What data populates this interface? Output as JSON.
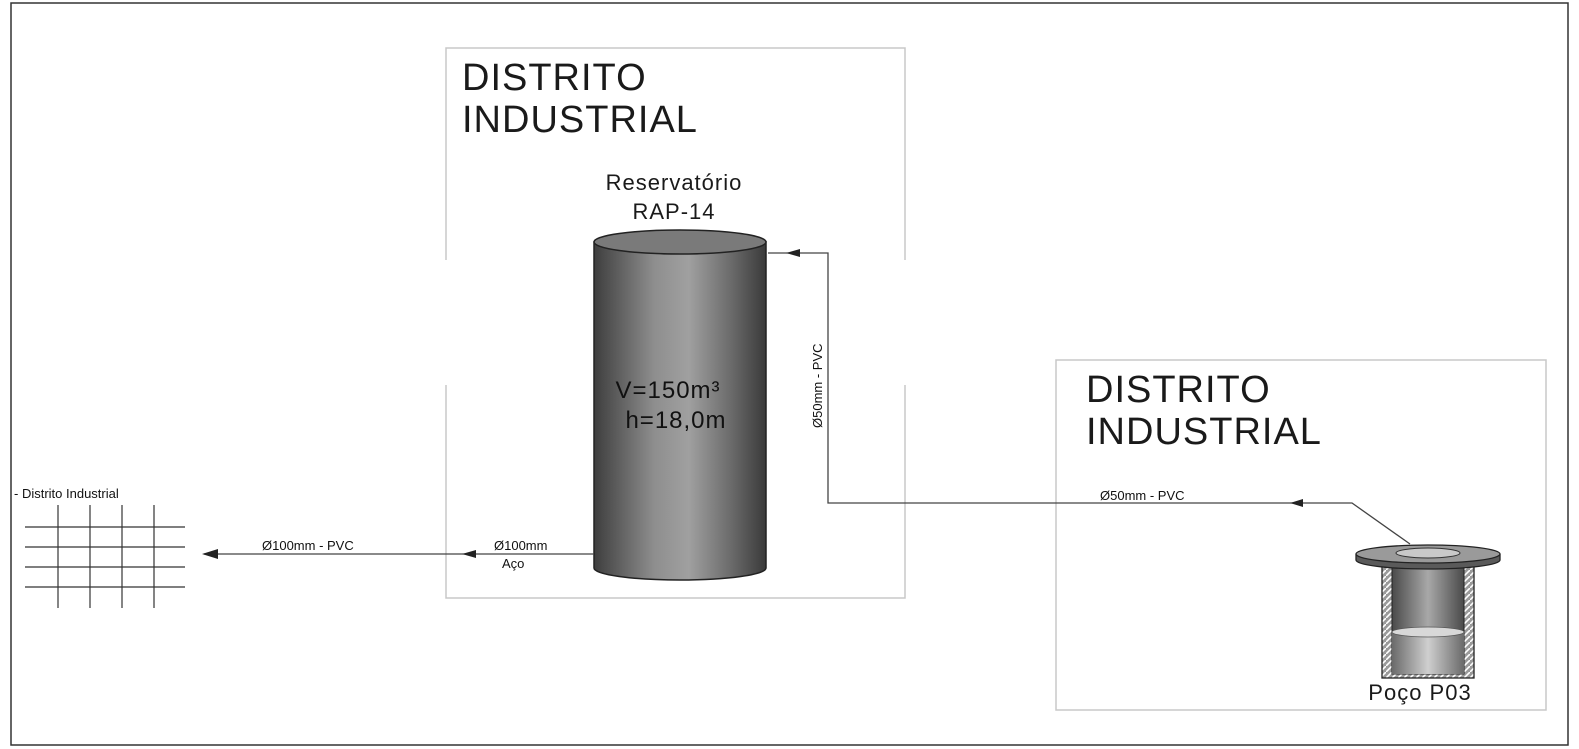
{
  "district_title_line1": "DISTRITO",
  "district_title_line2": "INDUSTRIAL",
  "reservoir": {
    "name_line1": "Reservatório",
    "name_line2": "RAP-14",
    "volume": "V=150m³",
    "height": "h=18,0m"
  },
  "well": {
    "label": "Poço P03"
  },
  "network": {
    "label": "- Distrito Industrial"
  },
  "pipes": {
    "well_to_reservoir_horizontal": "Ø50mm - PVC",
    "well_to_reservoir_vertical": "Ø50mm - PVC",
    "reservoir_outlet_line1": "Ø100mm",
    "reservoir_outlet_line2": "Aço",
    "network_main": "Ø100mm - PVC"
  },
  "colors": {
    "frame": "#c8c8c8",
    "tank_dark": "#3a3a3a",
    "tank_light": "#9a9a9a",
    "pipe": "#444444"
  }
}
